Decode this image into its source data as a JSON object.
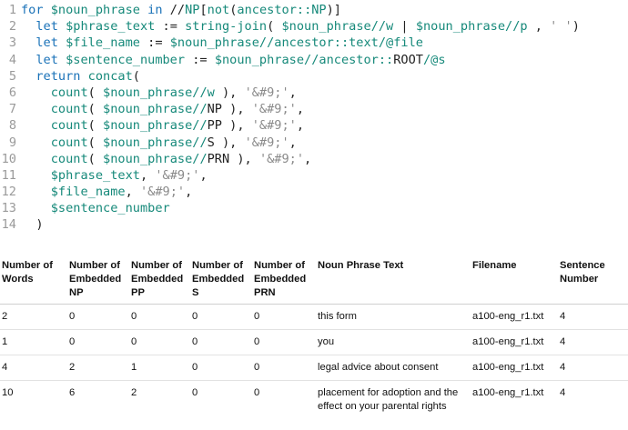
{
  "code": {
    "lines": [
      {
        "num": "1",
        "tokens": [
          {
            "t": "for ",
            "c": "kw"
          },
          {
            "t": "$noun_phrase",
            "c": "var"
          },
          {
            "t": " in ",
            "c": "kw"
          },
          {
            "t": "//",
            "c": "plain"
          },
          {
            "t": "NP",
            "c": "var"
          },
          {
            "t": "[",
            "c": "plain"
          },
          {
            "t": "not",
            "c": "fn"
          },
          {
            "t": "(",
            "c": "plain"
          },
          {
            "t": "ancestor::NP",
            "c": "var"
          },
          {
            "t": ")]",
            "c": "plain"
          }
        ]
      },
      {
        "num": "2",
        "tokens": [
          {
            "t": "  let ",
            "c": "kw"
          },
          {
            "t": "$phrase_text",
            "c": "var"
          },
          {
            "t": " := ",
            "c": "plain"
          },
          {
            "t": "string-join",
            "c": "fn"
          },
          {
            "t": "( ",
            "c": "plain"
          },
          {
            "t": "$noun_phrase//w",
            "c": "var"
          },
          {
            "t": " | ",
            "c": "plain"
          },
          {
            "t": "$noun_phrase//p",
            "c": "var"
          },
          {
            "t": " , ",
            "c": "plain"
          },
          {
            "t": "' '",
            "c": "str"
          },
          {
            "t": ")",
            "c": "plain"
          }
        ]
      },
      {
        "num": "3",
        "tokens": [
          {
            "t": "  let ",
            "c": "kw"
          },
          {
            "t": "$file_name",
            "c": "var"
          },
          {
            "t": " := ",
            "c": "plain"
          },
          {
            "t": "$noun_phrase//ancestor::text/@file",
            "c": "var"
          }
        ]
      },
      {
        "num": "4",
        "tokens": [
          {
            "t": "  let ",
            "c": "kw"
          },
          {
            "t": "$sentence_number",
            "c": "var"
          },
          {
            "t": " := ",
            "c": "plain"
          },
          {
            "t": "$noun_phrase//ancestor::",
            "c": "var"
          },
          {
            "t": "ROOT",
            "c": "plain"
          },
          {
            "t": "/@s",
            "c": "var"
          }
        ]
      },
      {
        "num": "5",
        "tokens": [
          {
            "t": "  return ",
            "c": "kw"
          },
          {
            "t": "concat",
            "c": "fn"
          },
          {
            "t": "(",
            "c": "plain"
          }
        ]
      },
      {
        "num": "6",
        "tokens": [
          {
            "t": "    count",
            "c": "fn"
          },
          {
            "t": "( ",
            "c": "plain"
          },
          {
            "t": "$noun_phrase//w",
            "c": "var"
          },
          {
            "t": " ), ",
            "c": "plain"
          },
          {
            "t": "'&#9;'",
            "c": "str"
          },
          {
            "t": ",",
            "c": "plain"
          }
        ]
      },
      {
        "num": "7",
        "tokens": [
          {
            "t": "    count",
            "c": "fn"
          },
          {
            "t": "( ",
            "c": "plain"
          },
          {
            "t": "$noun_phrase//",
            "c": "var"
          },
          {
            "t": "NP",
            "c": "plain"
          },
          {
            "t": " ), ",
            "c": "plain"
          },
          {
            "t": "'&#9;'",
            "c": "str"
          },
          {
            "t": ",",
            "c": "plain"
          }
        ]
      },
      {
        "num": "8",
        "tokens": [
          {
            "t": "    count",
            "c": "fn"
          },
          {
            "t": "( ",
            "c": "plain"
          },
          {
            "t": "$noun_phrase//",
            "c": "var"
          },
          {
            "t": "PP",
            "c": "plain"
          },
          {
            "t": " ), ",
            "c": "plain"
          },
          {
            "t": "'&#9;'",
            "c": "str"
          },
          {
            "t": ",",
            "c": "plain"
          }
        ]
      },
      {
        "num": "9",
        "tokens": [
          {
            "t": "    count",
            "c": "fn"
          },
          {
            "t": "( ",
            "c": "plain"
          },
          {
            "t": "$noun_phrase//",
            "c": "var"
          },
          {
            "t": "S",
            "c": "plain"
          },
          {
            "t": " ), ",
            "c": "plain"
          },
          {
            "t": "'&#9;'",
            "c": "str"
          },
          {
            "t": ",",
            "c": "plain"
          }
        ]
      },
      {
        "num": "10",
        "tokens": [
          {
            "t": "    count",
            "c": "fn"
          },
          {
            "t": "( ",
            "c": "plain"
          },
          {
            "t": "$noun_phrase//",
            "c": "var"
          },
          {
            "t": "PRN",
            "c": "plain"
          },
          {
            "t": " ), ",
            "c": "plain"
          },
          {
            "t": "'&#9;'",
            "c": "str"
          },
          {
            "t": ",",
            "c": "plain"
          }
        ]
      },
      {
        "num": "11",
        "tokens": [
          {
            "t": "    $phrase_text",
            "c": "var"
          },
          {
            "t": ", ",
            "c": "plain"
          },
          {
            "t": "'&#9;'",
            "c": "str"
          },
          {
            "t": ",",
            "c": "plain"
          }
        ]
      },
      {
        "num": "12",
        "tokens": [
          {
            "t": "    $file_name",
            "c": "var"
          },
          {
            "t": ", ",
            "c": "plain"
          },
          {
            "t": "'&#9;'",
            "c": "str"
          },
          {
            "t": ",",
            "c": "plain"
          }
        ]
      },
      {
        "num": "13",
        "tokens": [
          {
            "t": "    $sentence_number",
            "c": "var"
          }
        ]
      },
      {
        "num": "14",
        "tokens": [
          {
            "t": "  )",
            "c": "plain"
          }
        ]
      }
    ]
  },
  "colors": {
    "keyword": "#1a72b8",
    "variable": "#16897a",
    "string": "#8a8a8a",
    "line_number": "#9a9a9a"
  },
  "table": {
    "headers": [
      "Number of Words",
      "Number of Embedded NP",
      "Number of Embedded PP",
      "Number of Embedded S",
      "Number of Embedded PRN",
      "Noun Phrase Text",
      "Filename",
      "Sentence Number"
    ],
    "rows": [
      [
        "2",
        "0",
        "0",
        "0",
        "0",
        "this form",
        "a100-eng_r1.txt",
        "4"
      ],
      [
        "1",
        "0",
        "0",
        "0",
        "0",
        "you",
        "a100-eng_r1.txt",
        "4"
      ],
      [
        "4",
        "2",
        "1",
        "0",
        "0",
        "legal advice about consent",
        "a100-eng_r1.txt",
        "4"
      ],
      [
        "10",
        "6",
        "2",
        "0",
        "0",
        "placement for adoption and the effect on your parental rights",
        "a100-eng_r1.txt",
        "4"
      ]
    ]
  }
}
